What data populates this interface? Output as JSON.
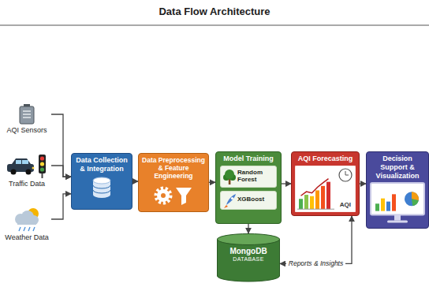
{
  "diagram": {
    "title": "Data Flow Architecture",
    "nodes": [
      {
        "text": [
          "AQI Sensors"
        ]
      },
      {
        "text": [
          "Traffic Data"
        ]
      },
      {
        "text": [
          "Weather Data"
        ]
      },
      {
        "text": [
          "Data Collection & Integration"
        ]
      },
      {
        "text": [
          "Data Preprocessing & Feature Engineering"
        ]
      },
      {
        "text": [
          "Model Training"
        ]
      },
      {
        "text": [
          "Random Forest"
        ],
        "in": 5
      },
      {
        "text": [
          "XGBoost"
        ],
        "in": 5
      },
      {
        "text": [
          "AQI Forecasting",
          "AQI"
        ]
      },
      {
        "text": [
          "Decision Support & Visualization"
        ]
      },
      {
        "text": [
          "MongoDB",
          "DATABASE"
        ]
      }
    ],
    "edges": [
      {
        "from": 0,
        "to": 3,
        "arrow": "to"
      },
      {
        "from": 1,
        "to": 3,
        "arrow": "to"
      },
      {
        "from": 2,
        "to": 3,
        "arrow": "to"
      },
      {
        "from": 3,
        "to": 4,
        "arrow": "to"
      },
      {
        "from": 4,
        "to": 5,
        "arrow": "to"
      },
      {
        "from": 5,
        "to": 8,
        "arrow": "to"
      },
      {
        "from": 8,
        "to": 9,
        "arrow": "to"
      },
      {
        "from": 5,
        "to": 10,
        "arrow": "to"
      },
      {
        "from": 10,
        "to": 8,
        "arrow": "both",
        "label": "Reports & Insights"
      }
    ]
  }
}
